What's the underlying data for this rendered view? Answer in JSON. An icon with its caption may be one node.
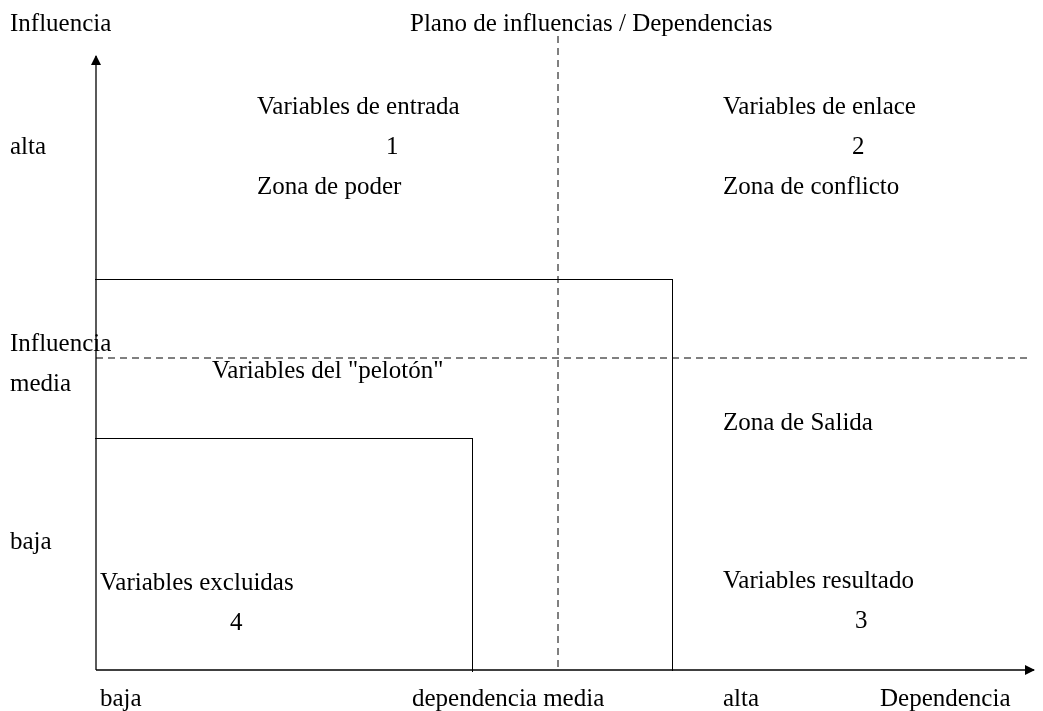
{
  "diagram": {
    "title": "Plano de influencias / Dependencias",
    "nodes": [
      {
        "text": [
          "Variables del \"pelotón\""
        ]
      },
      {
        "text": [
          "Variables excluidas",
          "4"
        ],
        "in": 0
      }
    ],
    "labels": [
      "Influencia",
      "Variables de entrada",
      "Variables de enlace",
      "alta",
      "1",
      "2",
      "Zona de poder",
      "Zona de conflicto",
      "Influencia",
      "media",
      "Zona de Salida",
      "baja",
      "Variables resultado",
      "3",
      "baja",
      "dependencia media",
      "alta",
      "Dependencia"
    ]
  }
}
